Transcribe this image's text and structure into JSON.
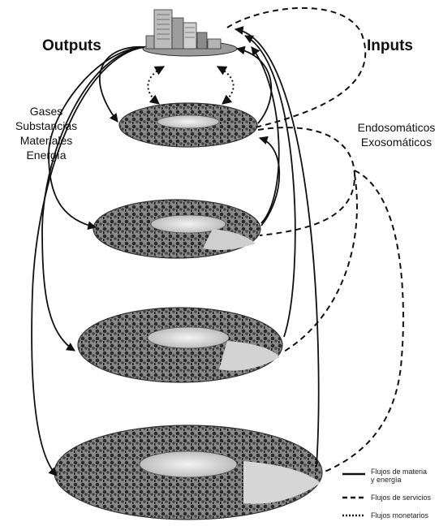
{
  "labels": {
    "outputs": "Outputs",
    "inputs": "Inputs",
    "output_types": [
      "Gases",
      "Substancias",
      "Materiales",
      "Energía"
    ],
    "input_types": [
      "Endosomáticos",
      "Exosomáticos"
    ]
  },
  "legend": {
    "solid": [
      "Flujos de materia",
      "y energía"
    ],
    "dashed": "Flujos de servicios",
    "dotted": "Flujos monetarios"
  }
}
